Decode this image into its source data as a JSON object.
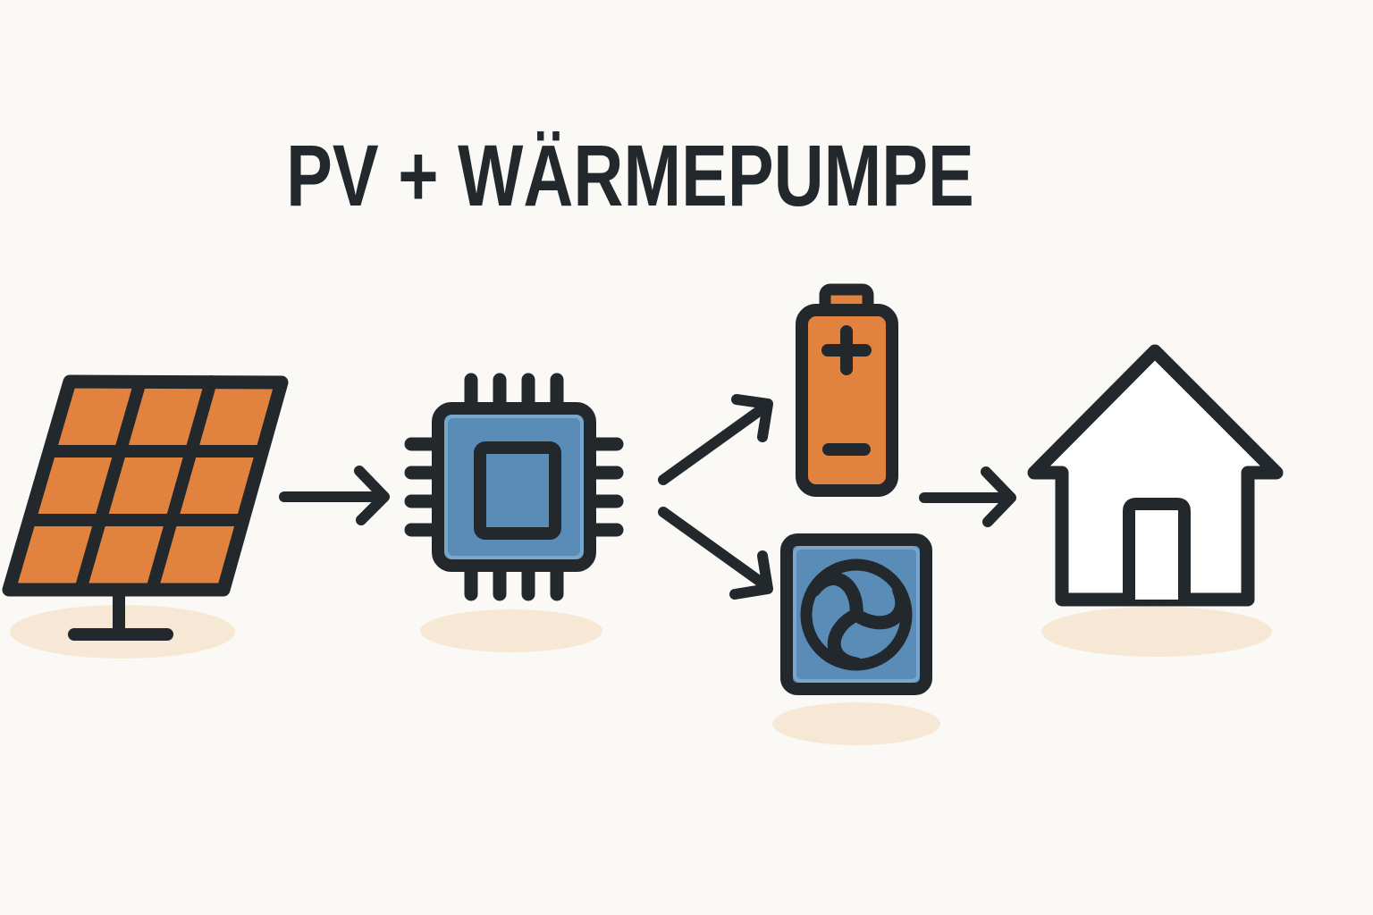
{
  "title": "PV + WÄRMEPUMPE",
  "colors": {
    "background": "#FAF9F6",
    "ink": "#23282D",
    "orange": "#E1823E",
    "blue": "#5A8CB8",
    "blueEdge": "#79A6CB",
    "shadow": "#F6E8D5",
    "white": "#FFFFFF"
  },
  "diagram": {
    "icons": [
      {
        "name": "solar-panel-icon",
        "color": "orange"
      },
      {
        "name": "arrow-right-icon",
        "color": "ink"
      },
      {
        "name": "controller-chip-icon",
        "color": "blue"
      },
      {
        "name": "arrow-up-right-icon",
        "color": "ink"
      },
      {
        "name": "arrow-down-right-icon",
        "color": "ink"
      },
      {
        "name": "battery-icon",
        "color": "orange"
      },
      {
        "name": "heat-pump-fan-icon",
        "color": "blue"
      },
      {
        "name": "arrow-right-icon",
        "color": "ink"
      },
      {
        "name": "house-icon",
        "color": "white"
      }
    ],
    "flow": [
      {
        "from": "solar-panel",
        "to": "controller-chip"
      },
      {
        "from": "controller-chip",
        "to": "battery"
      },
      {
        "from": "controller-chip",
        "to": "heat-pump-fan"
      },
      {
        "from": "battery / heat-pump-fan",
        "to": "house"
      }
    ]
  }
}
